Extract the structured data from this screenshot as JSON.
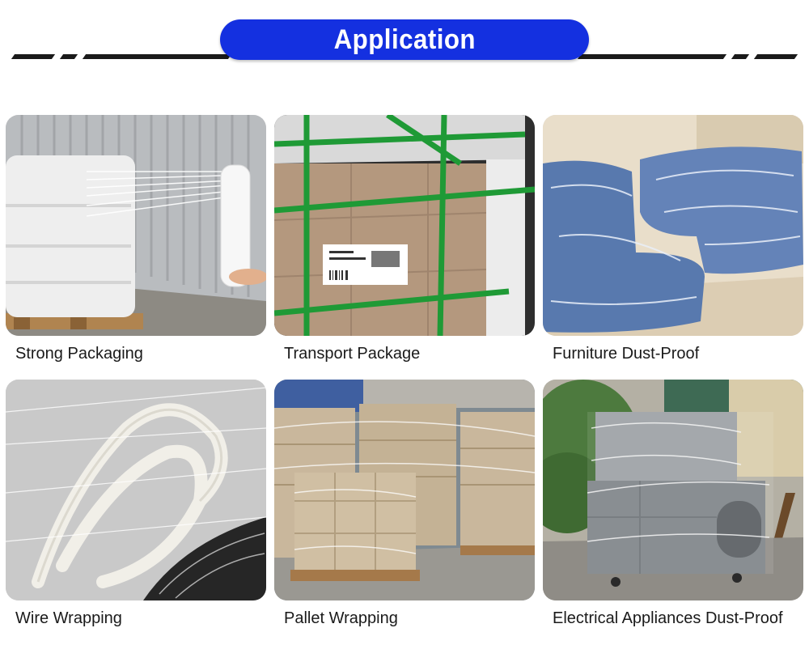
{
  "header": {
    "title": "Application",
    "accent_color": "#1430e0"
  },
  "applications": [
    {
      "caption": "Strong Packaging",
      "icon": "pallet-wrap-photo"
    },
    {
      "caption": "Transport Package",
      "icon": "strapped-carton-photo"
    },
    {
      "caption": "Furniture Dust-Proof",
      "icon": "wrapped-sofa-photo"
    },
    {
      "caption": "Wire Wrapping",
      "icon": "wrapped-cable-photo"
    },
    {
      "caption": "Pallet Wrapping",
      "icon": "wrapped-pallets-photo"
    },
    {
      "caption": "Electrical Appliances Dust-Proof",
      "icon": "wrapped-machine-photo"
    }
  ]
}
